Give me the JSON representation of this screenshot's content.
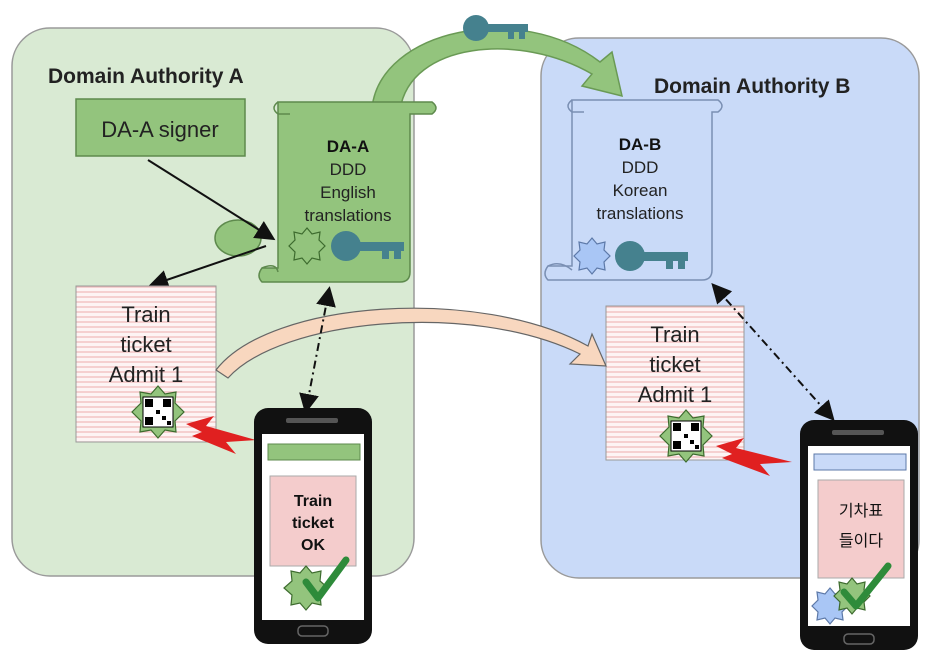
{
  "domain_a": {
    "title": "Domain Authority A",
    "signer_label": "DA-A signer",
    "document": {
      "title": "DA-A",
      "lines": [
        "DDD",
        "English",
        "translations"
      ]
    },
    "ticket": {
      "lines": [
        "Train",
        "ticket",
        "Admit 1"
      ]
    },
    "phone_message": [
      "Train",
      "ticket",
      "OK"
    ]
  },
  "domain_b": {
    "title": "Domain Authority B",
    "document": {
      "title": "DA-B",
      "lines": [
        "DDD",
        "Korean",
        "translations"
      ]
    },
    "ticket": {
      "lines": [
        "Train",
        "ticket",
        "Admit 1"
      ]
    },
    "phone_message": [
      "기차표",
      "들이다"
    ]
  },
  "colors": {
    "domain_a_bg": "#d9ead3",
    "domain_b_bg": "#c9daf8",
    "doc_a_fill": "#93c47d",
    "doc_b_fill": "#c9daf8",
    "signer_fill": "#93c47d",
    "key_color": "#45818e",
    "ticket_stripe": "#f4cccc",
    "checkmark": "#2e8b3a",
    "lightning": "#e02020"
  },
  "icons": [
    "key-icon",
    "seal-icon",
    "qr-code-icon",
    "checkmark-icon",
    "lightning-icon",
    "smartphone-icon"
  ]
}
